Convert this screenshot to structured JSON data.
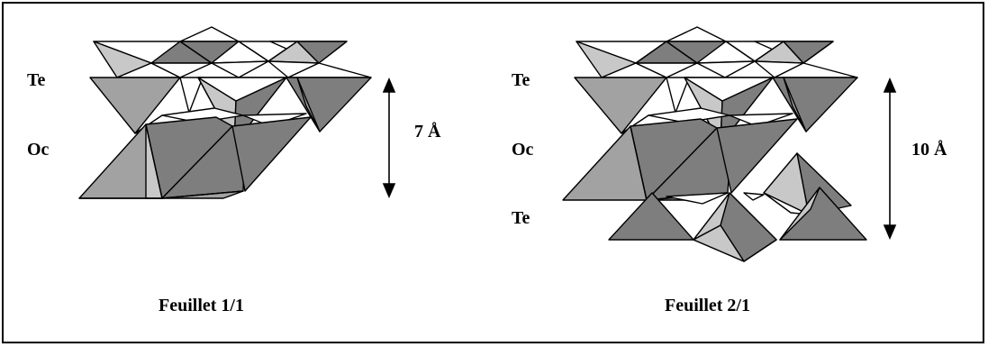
{
  "colors": {
    "light": "#c8c8c8",
    "mid": "#a2a2a2",
    "dark": "#7e7e7e",
    "white": "#ffffff",
    "stroke": "#000000"
  },
  "panels": [
    {
      "caption": "Feuillet 1/1",
      "layers": [
        "Te",
        "Oc"
      ],
      "spacing": "7 Å"
    },
    {
      "caption": "Feuillet 2/1",
      "layers": [
        "Te",
        "Oc",
        "Te"
      ],
      "spacing": "10 Å"
    }
  ]
}
